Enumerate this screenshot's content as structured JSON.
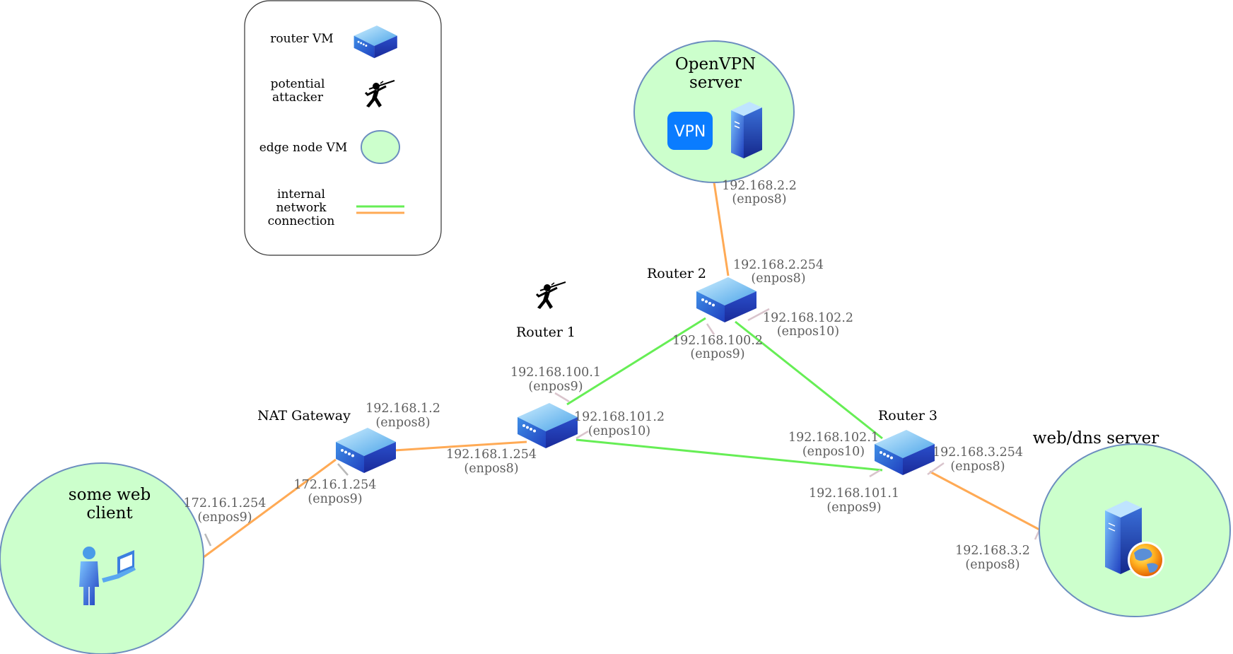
{
  "legend": {
    "router_vm": "router VM",
    "attacker_1": "potential",
    "attacker_2": "attacker",
    "edge_node": "edge node VM",
    "conn_1": "internal",
    "conn_2": "network",
    "conn_3": "connection"
  },
  "nodes": {
    "openvpn_1": "OpenVPN",
    "openvpn_2": "server",
    "vpn_badge": "VPN",
    "router2": "Router 2",
    "router1": "Router 1",
    "router3": "Router 3",
    "nat": "NAT Gateway",
    "client_1": "some web",
    "client_2": "client",
    "webdns": "web/dns server"
  },
  "interfaces": {
    "ovpn_ip": "192.168.2.2",
    "ovpn_if": "(enpos8)",
    "r2a_ip": "192.168.2.254",
    "r2a_if": "(enpos8)",
    "r2b_ip": "192.168.102.2",
    "r2b_if": "(enpos10)",
    "r2c_ip": "192.168.100.2",
    "r2c_if": "(enpos9)",
    "r1a_ip": "192.168.100.1",
    "r1a_if": "(enpos9)",
    "r1b_ip": "192.168.101.2",
    "r1b_if": "(enpos10)",
    "r1c_ip": "192.168.1.254",
    "r1c_if": "(enpos8)",
    "nata_ip": "192.168.1.2",
    "nata_if": "(enpos8)",
    "natb_ip": "172.16.1.254",
    "natb_if": "(enpos9)",
    "cli_ip": "172.16.1.254",
    "cli_if": "(enpos9)",
    "r3a_ip": "192.168.102.1",
    "r3a_if": "(enpos10)",
    "r3b_ip": "192.168.3.254",
    "r3b_if": "(enpos8)",
    "r3c_ip": "192.168.101.1",
    "r3c_if": "(enpos9)",
    "web_ip": "192.168.3.2",
    "web_if": "(enpos8)"
  },
  "colors": {
    "edge_fill": "#ccffcc",
    "edge_stroke": "#6c8ebf",
    "orange_link": "#ffaa55",
    "green_link": "#66ee55",
    "vpn_blue": "#0a7cff"
  }
}
